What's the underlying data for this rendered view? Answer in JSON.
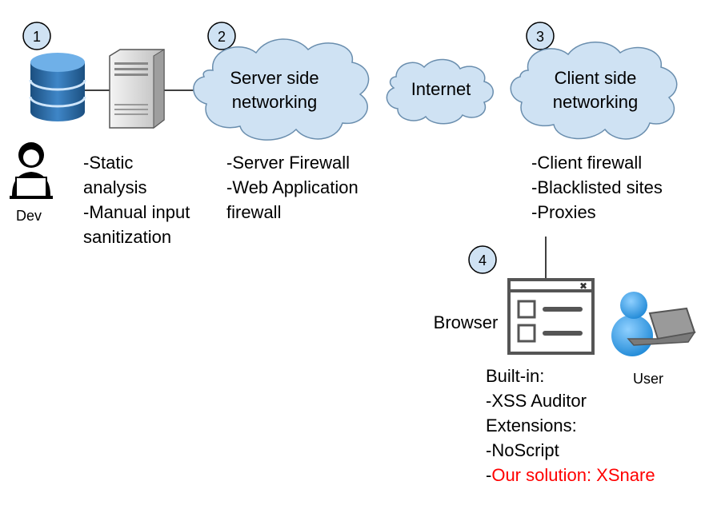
{
  "steps": [
    "1",
    "2",
    "3",
    "4"
  ],
  "clouds": {
    "server": [
      "Server side",
      "networking"
    ],
    "internet": "Internet",
    "client": [
      "Client side",
      "networking"
    ]
  },
  "dev": {
    "label": "Dev",
    "notes": "-Static\nanalysis\n-Manual input\nsanitization"
  },
  "server_notes": "-Server Firewall\n-Web Application\nfirewall",
  "client_notes": "-Client firewall\n-Blacklisted sites\n-Proxies",
  "browser": {
    "label": "Browser",
    "notes": "Built-in:\n-XSS Auditor\nExtensions:\n-NoScript",
    "solution_prefix": "-",
    "solution": "Our solution: XSnare"
  },
  "user": {
    "label": "User"
  },
  "colors": {
    "cloud_fill": "#cfe2f3",
    "circle_fill": "#cfe2f3",
    "highlight": "#ff0000",
    "db": "#2e6da4"
  }
}
